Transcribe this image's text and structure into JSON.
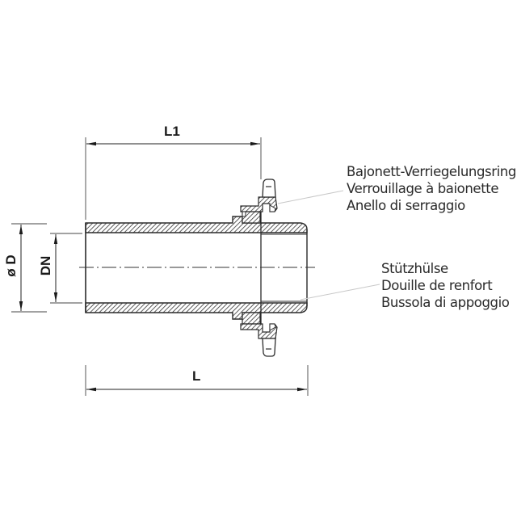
{
  "drawing": {
    "type": "technical-cross-section",
    "subject": "pipe spigot with bayonet locking ring and support sleeve"
  },
  "dimensions": {
    "L1": "L1",
    "L": "L",
    "D": "ø D",
    "DN": "DN"
  },
  "callouts": {
    "bayonet_ring": {
      "de": "Bajonett-Verriegelungsring",
      "fr": "Verrouillage à baionette",
      "it": "Anello di serraggio"
    },
    "support_sleeve": {
      "de": "Stützhülse",
      "fr": "Douille de renfort",
      "it": "Bussola di appoggio"
    }
  },
  "colors": {
    "line": "#2b2b2b",
    "hatch": "#3a3a3a",
    "leader": "#c8c8c8",
    "background": "#ffffff"
  }
}
